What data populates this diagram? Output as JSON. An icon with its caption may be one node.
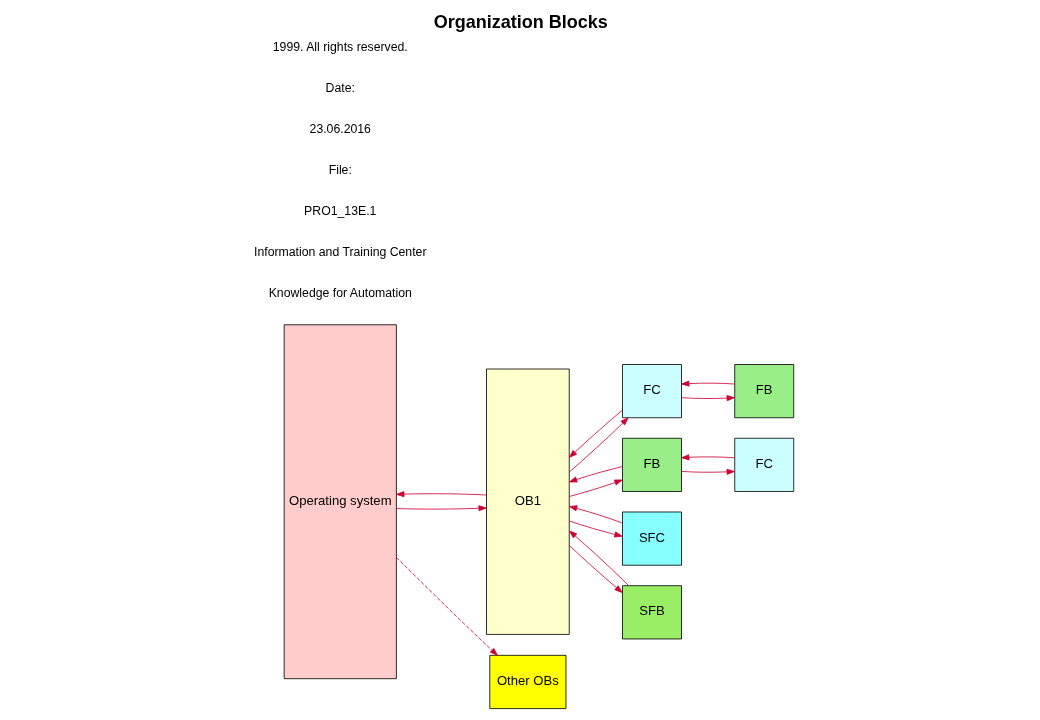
{
  "diagram": {
    "title": "Organization Blocks",
    "nodes": [
      {
        "text": [
          "Operating system"
        ]
      },
      {
        "text": [
          "OB1"
        ]
      },
      {
        "text": [
          "FC"
        ]
      },
      {
        "text": [
          "FB"
        ]
      },
      {
        "text": [
          "FB"
        ]
      },
      {
        "text": [
          "FC"
        ]
      },
      {
        "text": [
          "SFC"
        ]
      },
      {
        "text": [
          "SFB"
        ]
      },
      {
        "text": [
          "Other OBs"
        ]
      }
    ],
    "edges": [
      {
        "from": 0,
        "to": 1,
        "arrow": "to"
      },
      {
        "from": 1,
        "to": 0,
        "arrow": "to"
      },
      {
        "from": 1,
        "to": 2,
        "arrow": "to"
      },
      {
        "from": 2,
        "to": 1,
        "arrow": "to"
      },
      {
        "from": 2,
        "to": 3,
        "arrow": "to"
      },
      {
        "from": 3,
        "to": 2,
        "arrow": "to"
      },
      {
        "from": 1,
        "to": 4,
        "arrow": "to"
      },
      {
        "from": 4,
        "to": 1,
        "arrow": "to"
      },
      {
        "from": 4,
        "to": 5,
        "arrow": "to"
      },
      {
        "from": 5,
        "to": 4,
        "arrow": "to"
      },
      {
        "from": 1,
        "to": 6,
        "arrow": "to"
      },
      {
        "from": 6,
        "to": 1,
        "arrow": "to"
      },
      {
        "from": 1,
        "to": 7,
        "arrow": "to"
      },
      {
        "from": 7,
        "to": 1,
        "arrow": "to"
      },
      {
        "from": 0,
        "to": 8,
        "arrow": "to",
        "style": "dashed"
      }
    ],
    "labels": [
      "1999. All rights reserved.",
      "Date:",
      "23.06.2016",
      "File:",
      "PRO1_13E.1",
      "Information and Training Center",
      "Knowledge for Automation"
    ]
  }
}
